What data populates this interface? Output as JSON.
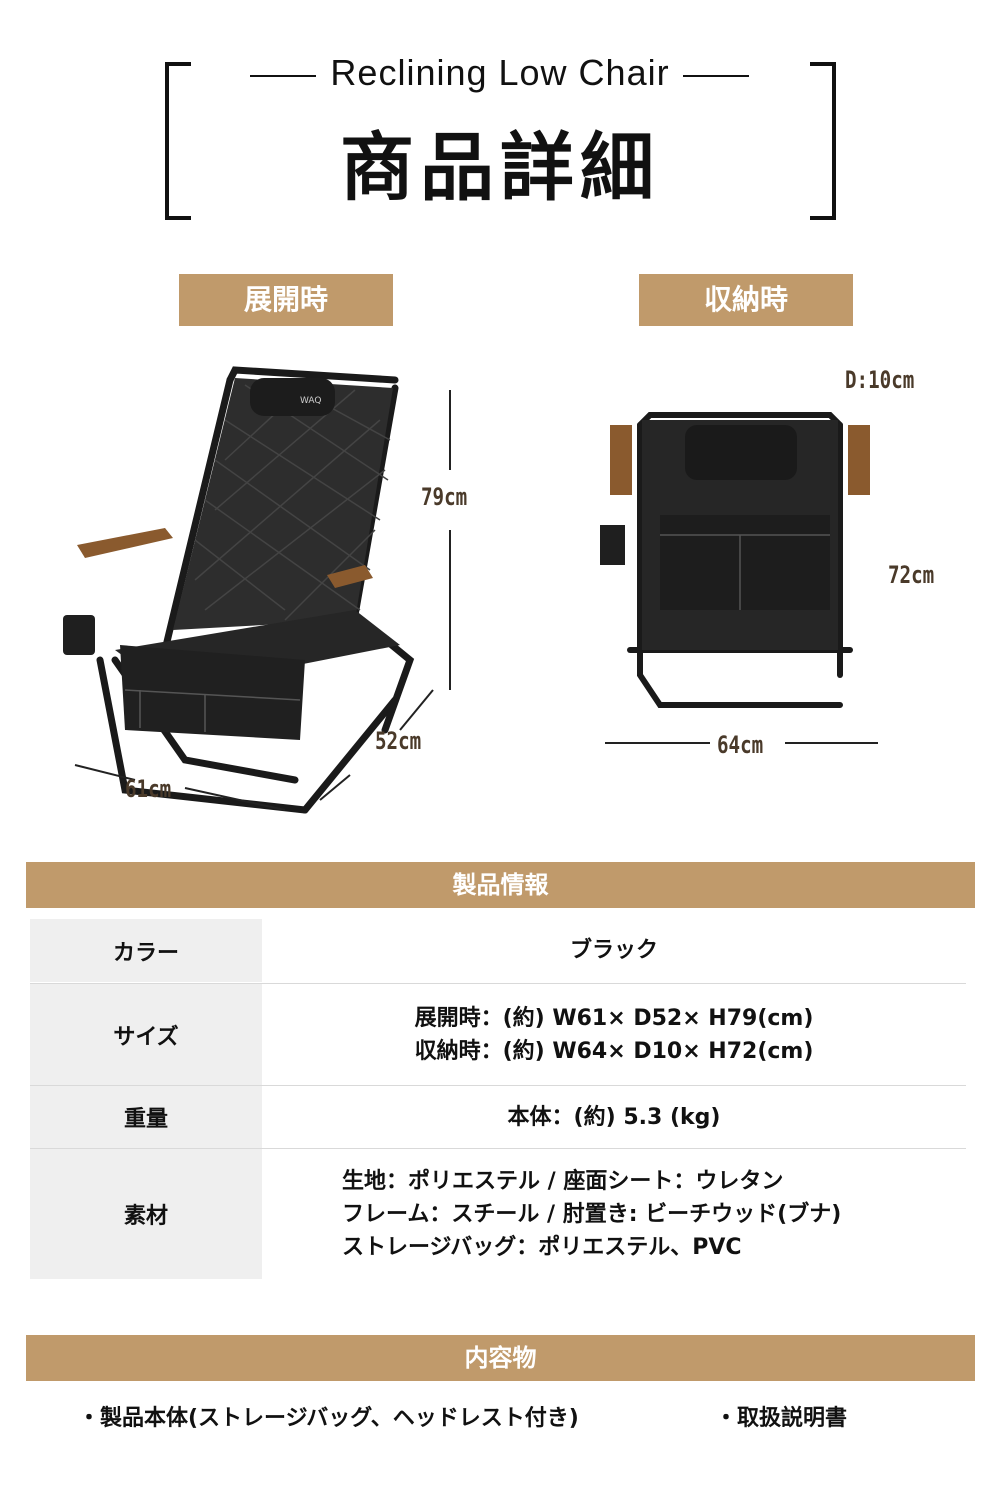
{
  "header": {
    "subtitle": "Reclining Low Chair",
    "title": "商品詳細"
  },
  "views": {
    "open_label": "展開時",
    "stored_label": "収納時"
  },
  "dimensions": {
    "open_height": "79cm",
    "open_depth": "52cm",
    "open_width": "61cm",
    "stored_depth": "D:10cm",
    "stored_height": "72cm",
    "stored_width": "64cm"
  },
  "chair_brand_mark": "WAQ",
  "product_info": {
    "heading": "製品情報",
    "rows": [
      {
        "label": "カラー",
        "lines": [
          "ブラック"
        ]
      },
      {
        "label": "サイズ",
        "lines": [
          "展開時：(約) W61× D52× H79(cm)",
          "収納時：(約) W64× D10× H72(cm)"
        ]
      },
      {
        "label": "重量",
        "lines": [
          "本体：(約) 5.3 (kg)"
        ]
      },
      {
        "label": "素材",
        "lines": [
          "生地：ポリエステル  /  座面シート：ウレタン",
          "フレーム：スチール  /  肘置き: ビーチウッド(ブナ)",
          "ストレージバッグ：ポリエステル、PVC"
        ]
      }
    ]
  },
  "contents": {
    "heading": "内容物",
    "items": [
      "・製品本体(ストレージバッグ、ヘッドレスト付き)",
      "・取扱説明書"
    ]
  },
  "colors": {
    "accent": "#c09a6b",
    "label_bg": "#efefef",
    "fabric": "#2a2a2a",
    "wood": "#8a5a2e"
  }
}
